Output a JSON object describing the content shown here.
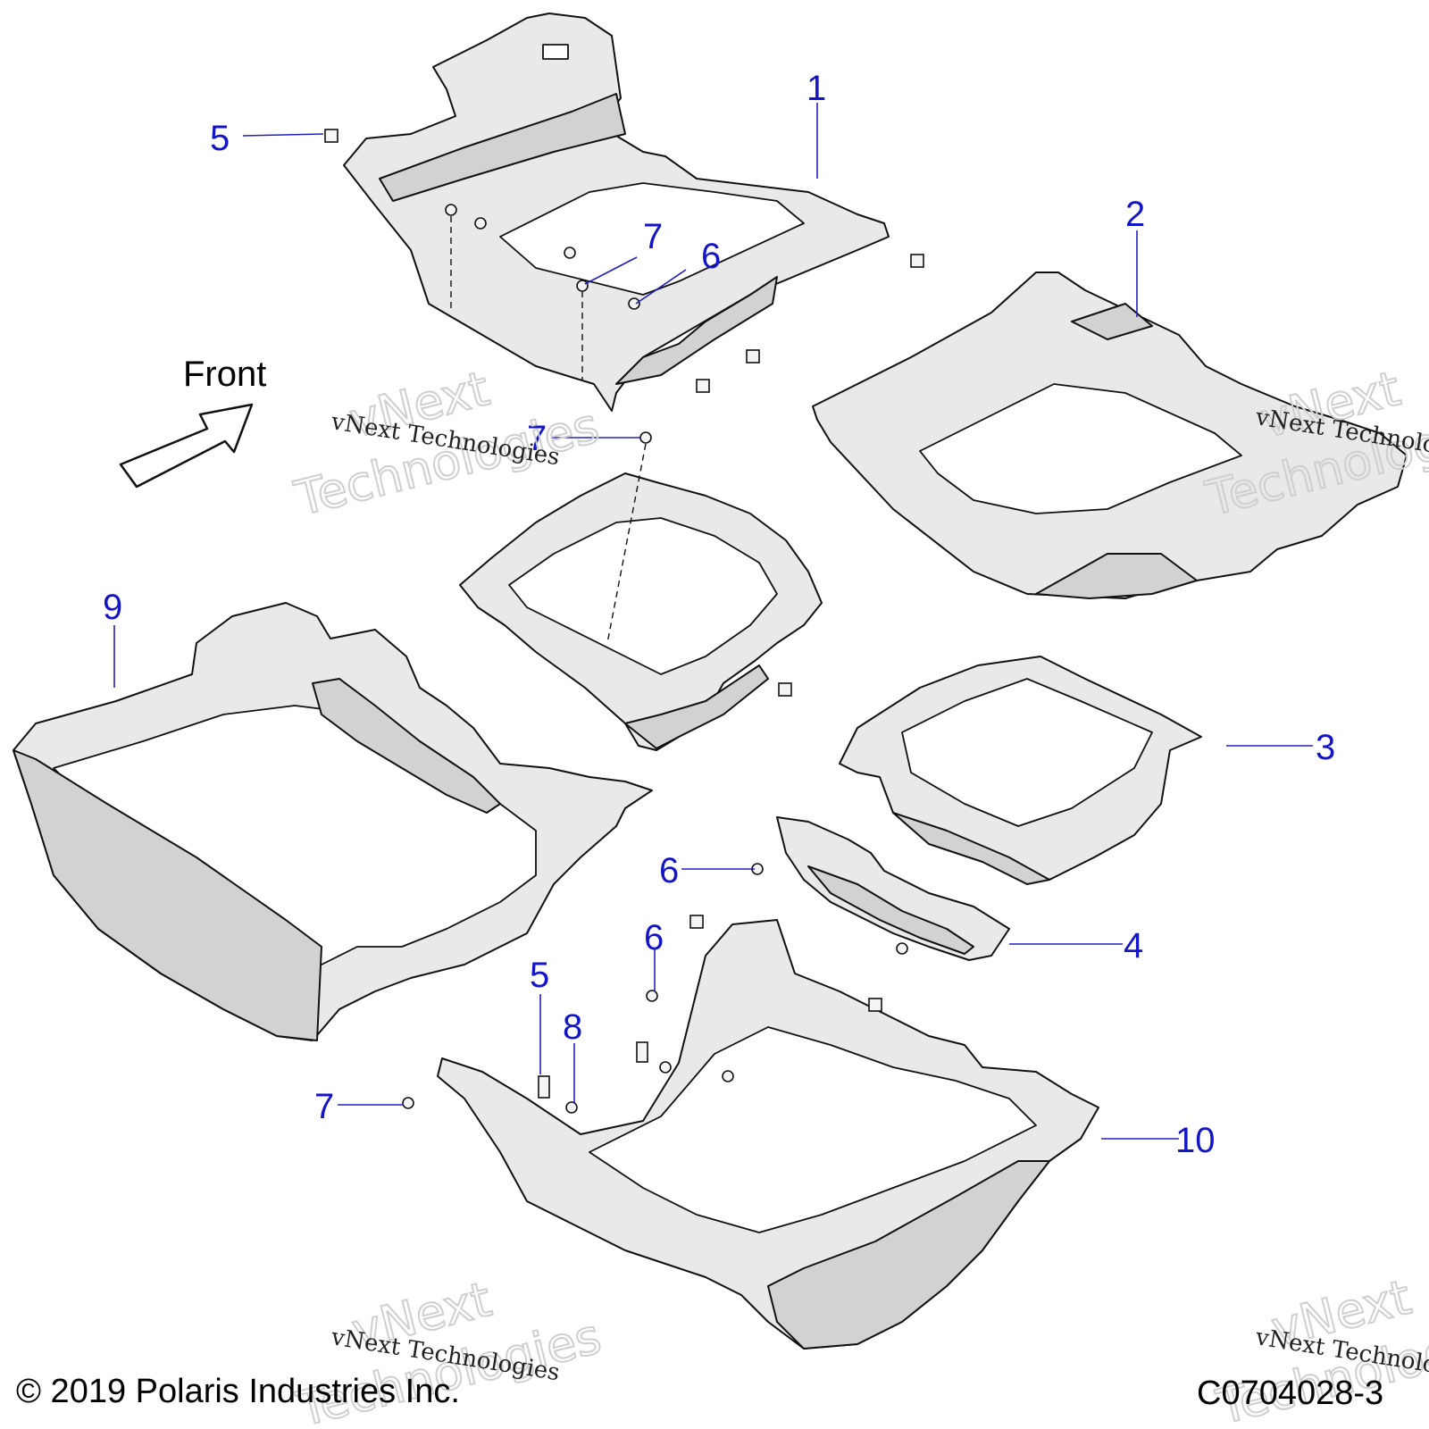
{
  "front_label": "Front",
  "callouts": {
    "c1": "1",
    "c2": "2",
    "c3": "3",
    "c4": "4",
    "c5a": "5",
    "c5b": "5",
    "c6a": "6",
    "c6b": "6",
    "c6c": "6",
    "c7a": "7",
    "c7b": "7",
    "c7c": "7",
    "c8": "8",
    "c9": "9",
    "c10": "10"
  },
  "watermark": {
    "line": "vNext Technologies",
    "word1": "vNext",
    "word2": "Technologies"
  },
  "footer": {
    "copyright": "© 2019 Polaris Industries Inc.",
    "code": "C0704028-3"
  },
  "colors": {
    "callout": "#1515c8",
    "part_fill": "#e9e9e9",
    "outline": "#111111"
  }
}
